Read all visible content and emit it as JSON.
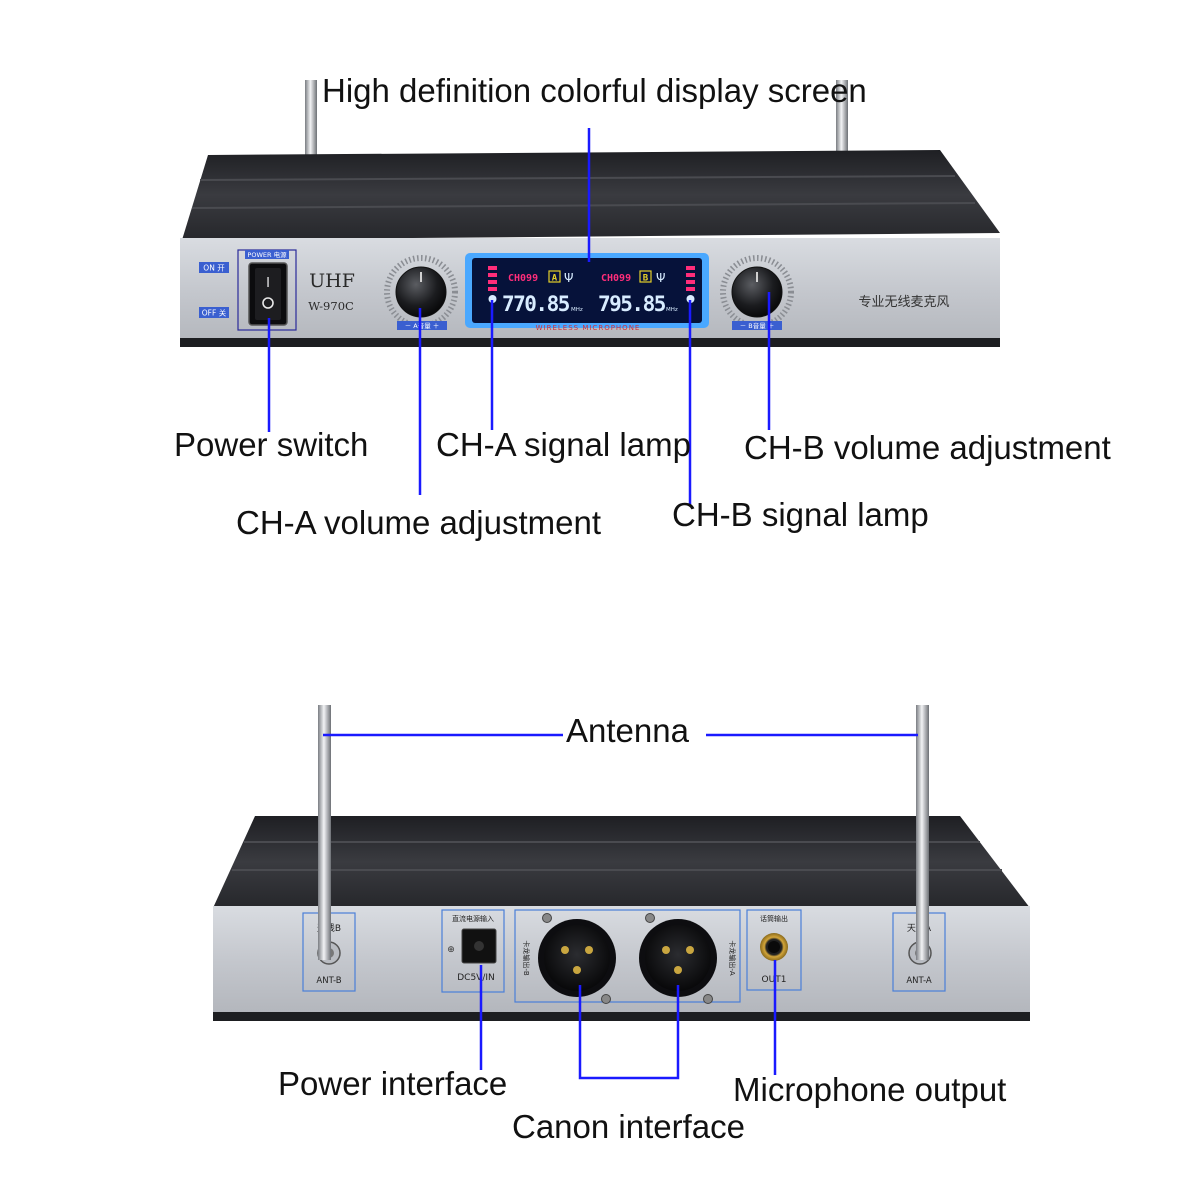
{
  "front_view": {
    "brand": "UHF",
    "model": "W-970C",
    "power_on_label": "ON 开",
    "power_off_label": "OFF 关",
    "power_switch_caption": "POWER 电源",
    "chinese_name": "专业无线麦克风",
    "display": {
      "ch_a_label": "CH099",
      "ch_a_letter": "A",
      "ch_a_freq": "770.85",
      "ch_b_label": "CH099",
      "ch_b_letter": "B",
      "ch_b_freq": "795.85",
      "unit": "MHz",
      "footer": "WIRELESS MICROPHONE"
    },
    "knob_a_caption": "－ A音量 ＋",
    "knob_b_caption": "－ B音量 ＋"
  },
  "back_view": {
    "ant_b_top": "天线B",
    "ant_b_bottom": "ANT-B",
    "ant_a_top": "天线A",
    "ant_a_bottom": "ANT-A",
    "dc_caption": "直流电源输入",
    "dc_label": "DC5V/IN",
    "canon_b_label": "卡龙输出-B",
    "canon_a_label": "卡龙输出-A",
    "out_caption": "话筒输出",
    "out_label": "OUT1"
  },
  "callouts": {
    "display_screen": "High definition colorful display screen",
    "power_switch": "Power switch",
    "ch_a_signal_lamp": "CH-A signal lamp",
    "ch_b_volume": "CH-B volume adjustment",
    "ch_a_volume": "CH-A volume adjustment",
    "ch_b_signal_lamp": "CH-B signal lamp",
    "antenna": "Antenna",
    "power_interface": "Power interface",
    "canon_interface": "Canon interface",
    "microphone_output": "Microphone output"
  },
  "colors": {
    "leader_line": "#1a1aff",
    "lcd_frame": "#4aa8ff",
    "lcd_background": "#06123a",
    "lcd_digits": "#d8ecff",
    "lcd_accent": "#ff2d7a",
    "body_dark": "#2a2a2e",
    "panel_silver": "#c9ccd2"
  }
}
